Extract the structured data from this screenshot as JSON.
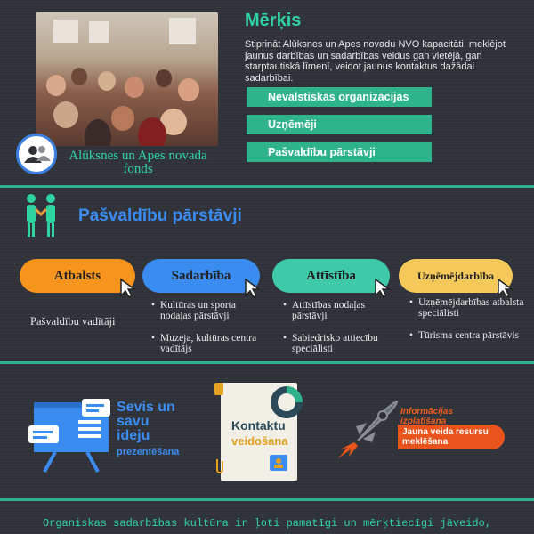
{
  "header": {
    "fund_name": "Alūksnes un Apes novada fonds",
    "goal_title": "Mērķis",
    "goal_text": "Stiprināt Alūksnes un Apes novadu NVO kapacitāti, meklējot jaunus darbības un sadarbības veidus gan vietējā, gan starptautiskā līmenī, veidot jaunus kontaktus dažādai sadarbībai.",
    "targets": [
      "Nevalstiskās organizācijas",
      "Uzņēmēji",
      "Pašvaldību pārstāvji"
    ]
  },
  "section": {
    "title": "Pašvaldību pārstāvji",
    "columns": [
      {
        "label": "Atbalsts",
        "color": "#f7941d",
        "items": [
          "Pašvaldību vadītāji"
        ]
      },
      {
        "label": "Sadarbība",
        "color": "#3b8cf0",
        "items": [
          "Kultūras un sporta nodaļas pārstāvji",
          "Muzeja, kultūras centra vadītājs"
        ]
      },
      {
        "label": "Attīstība",
        "color": "#3ec9a8",
        "items": [
          "Attīstības nodaļas pārstāvji",
          "Sabiedrisko attiecību speciālisti"
        ]
      },
      {
        "label": "Uzņēmējdarbība",
        "color": "#f5c85a",
        "items": [
          "Uzņēmējdarbības atbalsta speciālisti",
          "Tūrisma centra pārstāvis"
        ]
      }
    ]
  },
  "activities": {
    "ideas_title_1": "Sevis un",
    "ideas_title_2": "savu",
    "ideas_title_3": "ideju",
    "ideas_sub": "prezentēšana",
    "contacts_title": "Kontaktu",
    "contacts_sub": "veidošana",
    "info_title_1": "Informācijas",
    "info_title_2": "izplatīšana",
    "info_bar_1": "Jauna veida resursu",
    "info_bar_2": "meklēšana"
  },
  "footer": {
    "text": "Organiskas sadarbības kultūra ir ļoti pamatīgi un mērķtiecīgi jāveido,"
  },
  "colors": {
    "accent_green": "#2fb38a",
    "accent_blue": "#3b8cf0",
    "accent_orange": "#e8541c",
    "background": "#2f3339"
  }
}
